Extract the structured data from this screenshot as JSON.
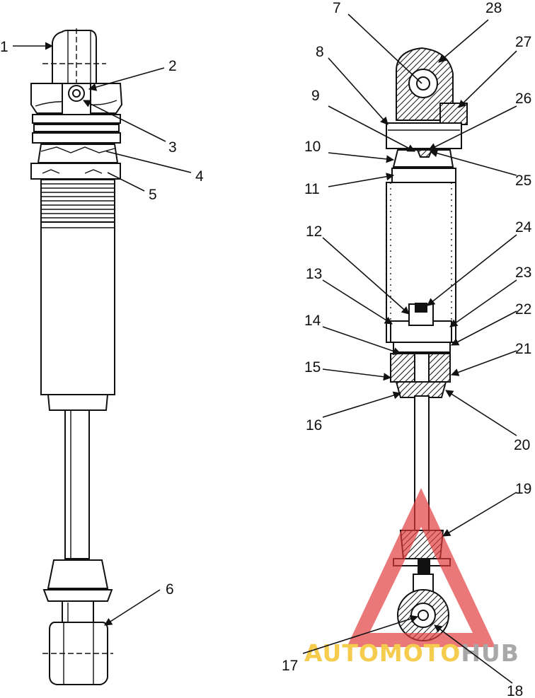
{
  "callouts": [
    "1",
    "2",
    "3",
    "4",
    "5",
    "6",
    "7",
    "8",
    "9",
    "10",
    "11",
    "12",
    "13",
    "14",
    "15",
    "16",
    "17",
    "18",
    "19",
    "20",
    "21",
    "22",
    "23",
    "24",
    "25",
    "26",
    "27",
    "28"
  ],
  "watermark": {
    "part1": "AUTOMOTO",
    "part2": "HUB",
    "color1": "#f4c430",
    "color2": "#9a9a9a",
    "triangle_color": "#e23a3a"
  }
}
